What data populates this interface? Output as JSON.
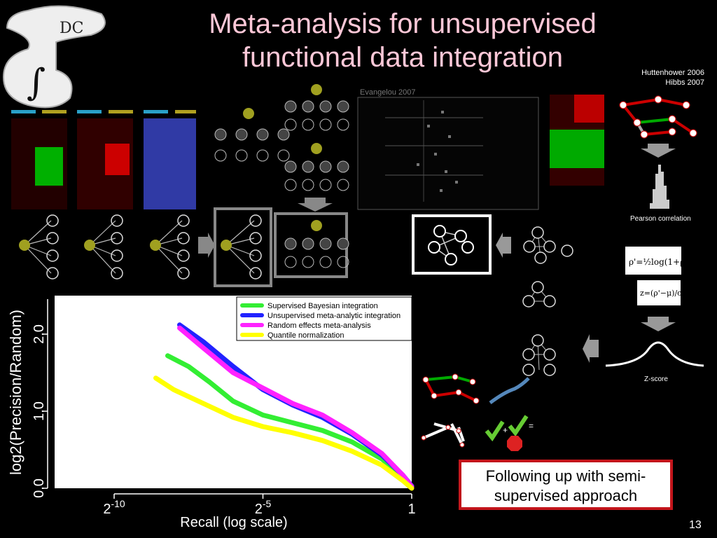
{
  "slide": {
    "title_line1": "Meta-analysis for unsupervised",
    "title_line2": "functional data integration",
    "citation_evangelou": "Evangelou 2007",
    "citation_huttenhower": "Huttenhower 2006",
    "citation_hibbs": "Hibbs 2007",
    "label_pearson": "Pearson correlation",
    "label_zscore": "Z-score",
    "followup_line1": "Following up with semi-",
    "followup_line2": "supervised approach",
    "page_number": "13",
    "logo_text": "DC",
    "check_plus": "+",
    "check_equals": "="
  },
  "colors": {
    "title": "#ffc8d8",
    "box_border": "#c3151b",
    "node_olive": "#a0a020",
    "heat_green": "#00cc00",
    "heat_red": "#cc0000"
  },
  "chart_data": {
    "type": "line",
    "xlabel": "Recall (log scale)",
    "ylabel": "log2(Precision/Random)",
    "xscale": "log2",
    "xlim": [
      -12,
      0
    ],
    "ylim": [
      0,
      2.5
    ],
    "x_ticks": [
      {
        "value": -10,
        "label": "2^-10"
      },
      {
        "value": -5,
        "label": "2^-5"
      },
      {
        "value": 0,
        "label": "1"
      }
    ],
    "y_ticks": [
      {
        "value": 0,
        "label": "0.0"
      },
      {
        "value": 1,
        "label": "1.0"
      },
      {
        "value": 2,
        "label": "2.0"
      }
    ],
    "legend_position": "top-right",
    "series": [
      {
        "name": "Supervised Bayesian integration",
        "color": "#33ee33",
        "points": [
          [
            -8.2,
            1.72
          ],
          [
            -7.5,
            1.58
          ],
          [
            -6.8,
            1.38
          ],
          [
            -6.0,
            1.13
          ],
          [
            -5.0,
            0.95
          ],
          [
            -4.0,
            0.85
          ],
          [
            -3.0,
            0.75
          ],
          [
            -2.0,
            0.6
          ],
          [
            -1.0,
            0.38
          ],
          [
            -0.3,
            0.15
          ],
          [
            0,
            0.03
          ]
        ]
      },
      {
        "name": "Unsupervised meta-analytic integration",
        "color": "#2222ff",
        "points": [
          [
            -7.8,
            2.12
          ],
          [
            -7.0,
            1.9
          ],
          [
            -6.0,
            1.58
          ],
          [
            -5.0,
            1.28
          ],
          [
            -4.0,
            1.08
          ],
          [
            -3.0,
            0.92
          ],
          [
            -2.0,
            0.7
          ],
          [
            -1.0,
            0.43
          ],
          [
            -0.3,
            0.17
          ],
          [
            0,
            0.03
          ]
        ]
      },
      {
        "name": "Random effects meta-analysis",
        "color": "#ff22ff",
        "points": [
          [
            -7.8,
            2.08
          ],
          [
            -7.0,
            1.82
          ],
          [
            -6.0,
            1.5
          ],
          [
            -5.0,
            1.3
          ],
          [
            -4.0,
            1.1
          ],
          [
            -3.0,
            0.95
          ],
          [
            -2.0,
            0.72
          ],
          [
            -1.0,
            0.45
          ],
          [
            -0.3,
            0.17
          ],
          [
            0,
            0.02
          ]
        ]
      },
      {
        "name": "Quantile normalization",
        "color": "#ffff00",
        "points": [
          [
            -8.6,
            1.43
          ],
          [
            -8.0,
            1.28
          ],
          [
            -7.0,
            1.1
          ],
          [
            -6.0,
            0.92
          ],
          [
            -5.0,
            0.8
          ],
          [
            -4.0,
            0.72
          ],
          [
            -3.0,
            0.62
          ],
          [
            -2.0,
            0.48
          ],
          [
            -1.0,
            0.3
          ],
          [
            -0.3,
            0.1
          ],
          [
            0,
            0.0
          ]
        ]
      }
    ]
  }
}
